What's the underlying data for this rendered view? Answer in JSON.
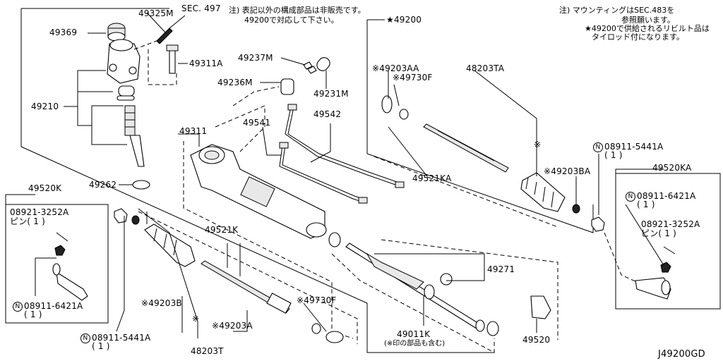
{
  "diagram_id": "J49200GD",
  "notes": {
    "top_center_line1": "注) 表記以外の構成部品は非販売です。",
    "top_center_line2": "49200で対応して下さい。",
    "top_right_line1": "注) マウンティングはSEC.483を",
    "top_right_line2": "参照願います。",
    "top_right_line3": "★49200で供給されるリビルト品は",
    "top_right_line4": "タイロッド付になります。"
  },
  "labels": {
    "sec497": "SEC. 497",
    "p49325M": "49325M",
    "p49369": "49369",
    "p49311A": "49311A",
    "p49210": "49210",
    "p49262": "49262",
    "p49237M": "49237M",
    "p49236M": "49236M",
    "p49231M": "49231M",
    "p49311": "49311",
    "p49541": "49541",
    "p49542": "49542",
    "p49200": "★49200",
    "p49203AA": "※49203AA",
    "p49730F_top": "※49730F",
    "p48203TA": "48203TA",
    "p08911_5441A_right": "08911-5441A",
    "p08911_5441A_right_qty": "( 1 )",
    "p49203BA": "※49203BA",
    "p49521KA": "49521KA",
    "p49520KA": "49520KA",
    "p08911_6421A_right": "08911-6421A",
    "p08911_6421A_right_qty": "( 1 )",
    "p08921_3252A_right": "08921-3252A",
    "pin_right": "ピン( 1 )",
    "p49520K": "49520K",
    "p08921_3252A_left": "08921-3252A",
    "pin_left": "ピン( 1 )",
    "p08911_6421A_left": "08911-6421A",
    "p08911_6421A_left_qty": "( 1 )",
    "p49521K": "49521K",
    "p49271": "49271",
    "p49203B": "※49203B",
    "p49730F_bottom": "※49730F",
    "p49203A": "※49203A",
    "p08911_5441A_left": "08911-5441A",
    "p08911_5441A_left_qty": "( 1 )",
    "p48203T": "48203T",
    "p49011K": "49011K",
    "p49011K_note": "(※印の部品も含む)",
    "p49520": "49520",
    "star_mark": "※",
    "n_mark": "N"
  }
}
